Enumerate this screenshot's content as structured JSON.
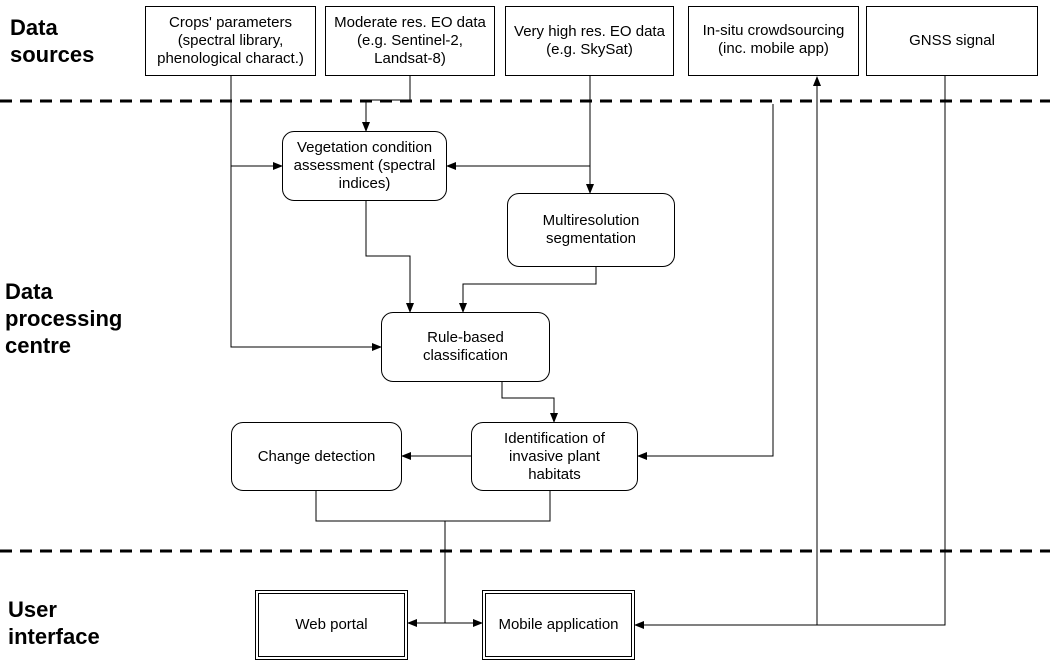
{
  "sections": {
    "data_sources": "Data\nsources",
    "processing": "Data\nprocessing\ncentre",
    "user_interface": "User\ninterface"
  },
  "sources": {
    "crops": "Crops' parameters\n(spectral library,\nphenological charact.)",
    "moderate": "Moderate res. EO data\n(e.g. Sentinel-2,\nLandsat-8)",
    "very_high": "Very high res. EO data\n(e.g. SkySat)",
    "insitu": "In-situ crowdsourcing\n(inc. mobile app)",
    "gnss": "GNSS signal"
  },
  "processing": {
    "vegetation": "Vegetation condition\nassessment (spectral\nindices)",
    "segmentation": "Multiresolution\nsegmentation",
    "classification": "Rule-based\nclassification",
    "identification": "Identification of\ninvasive plant\nhabitats",
    "change": "Change detection"
  },
  "interface": {
    "web_portal": "Web portal",
    "mobile_app": "Mobile application"
  }
}
